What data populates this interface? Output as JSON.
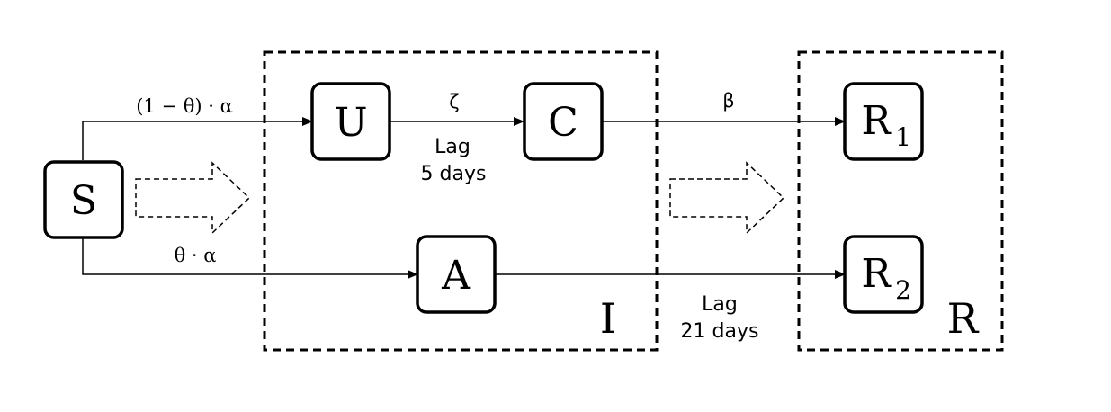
{
  "nodes": {
    "S": {
      "label": "S"
    },
    "U": {
      "label": "U"
    },
    "C": {
      "label": "C"
    },
    "A": {
      "label": "A"
    },
    "R1": {
      "label": "R",
      "subscript": "1"
    },
    "R2": {
      "label": "R",
      "subscript": "2"
    }
  },
  "groups": {
    "I": {
      "label": "I"
    },
    "R": {
      "label": "R"
    }
  },
  "edges": {
    "s_to_u": {
      "label": "(1 − θ) · α"
    },
    "s_to_a": {
      "label": "θ · α"
    },
    "u_to_c": {
      "label": "ζ",
      "lag_line1": "Lag",
      "lag_line2": "5 days"
    },
    "c_to_r1": {
      "label": "β"
    },
    "a_to_r2": {
      "lag_line1": "Lag",
      "lag_line2": "21 days"
    }
  }
}
